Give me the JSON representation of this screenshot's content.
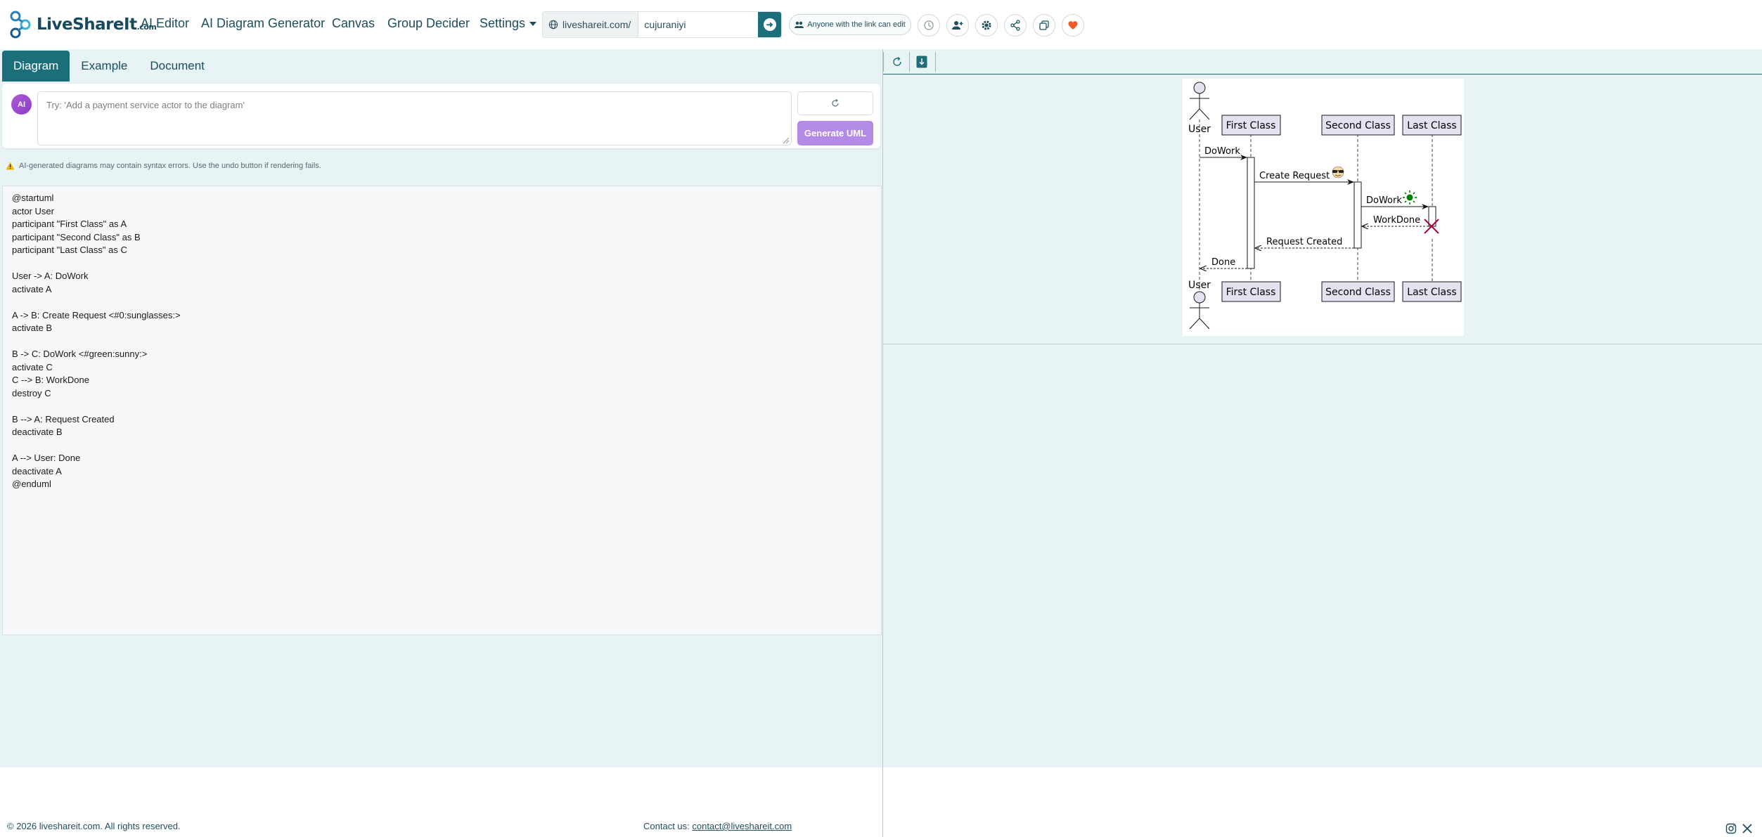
{
  "navbar": {
    "logo_text": "LiveShareIt",
    "logo_suffix": ".com",
    "links": [
      "AI Editor",
      "AI Diagram Generator",
      "Canvas",
      "Group Decider",
      "Settings"
    ],
    "url_prefix": "liveshareit.com/",
    "url_slug": "cujuraniyi",
    "share_label": "Anyone with the link can edit",
    "accent": "#1d6e7b",
    "heart_color": "#f05a28"
  },
  "tabs": [
    "Diagram",
    "Example",
    "Document"
  ],
  "ai": {
    "badge": "AI",
    "placeholder": "Try: 'Add a payment service actor to the diagram'",
    "generate_label": "Generate UML",
    "generate_color": "#b38ae6"
  },
  "warning_text": "AI-generated diagrams may contain syntax errors. Use the undo button if rendering fails.",
  "code_lines": [
    "@startuml",
    "actor User",
    "participant \"First Class\" as A",
    "participant \"Second Class\" as B",
    "participant \"Last Class\" as C",
    "",
    "User -> A: DoWork",
    "activate A",
    "",
    "A -> B: Create Request <#0:sunglasses:>",
    "activate B",
    "",
    "B -> C: DoWork <#green:sunny:>",
    "activate C",
    "C --> B: WorkDone",
    "destroy C",
    "",
    "B --> A: Request Created",
    "deactivate B",
    "",
    "A --> User: Done",
    "deactivate A",
    "@enduml"
  ],
  "diagram": {
    "actor": "User",
    "participants": [
      "First Class",
      "Second Class",
      "Last Class"
    ],
    "messages": {
      "m1": "DoWork",
      "m2": "Create Request",
      "m3": "DoWork",
      "m4": "WorkDone",
      "m5": "Request Created",
      "m6": "Done"
    },
    "participant_fill": "#e2e2f0",
    "sunny_color": "#008000",
    "destroy_color": "#a80036"
  },
  "footer": {
    "copyright": "© 2026 liveshareit.com. All rights reserved.",
    "contact_label": "Contact us:",
    "contact_email": "contact@liveshareit.com"
  }
}
